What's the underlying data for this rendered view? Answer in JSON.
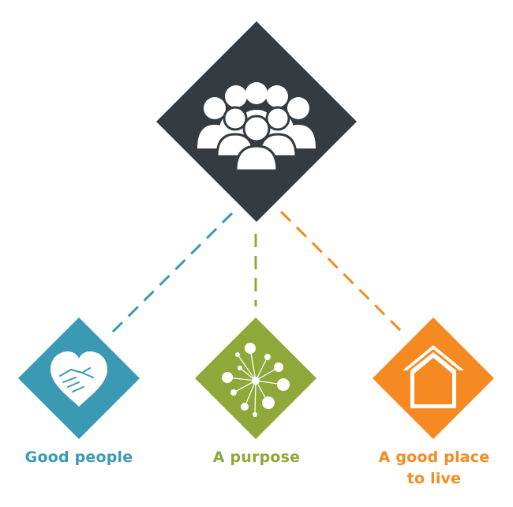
{
  "colors": {
    "hub": "#343c41",
    "people": "#3b9ab3",
    "purpose": "#8ea83a",
    "place": "#f58a22",
    "icon": "#ffffff"
  },
  "icons": {
    "hub": "crowd-icon",
    "people": "heart-handshake-icon",
    "purpose": "network-icon",
    "place": "house-person-icon"
  },
  "labels": {
    "good_people": "Good people",
    "purpose": "A purpose",
    "place_line1": "A good place",
    "place_line2": "to live"
  }
}
